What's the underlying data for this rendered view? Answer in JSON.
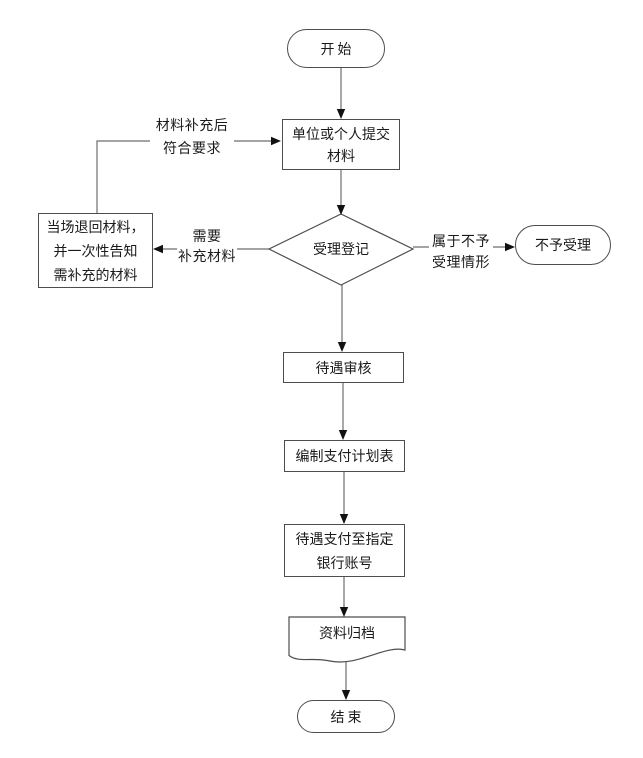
{
  "diagram": {
    "type": "flowchart",
    "background": "#ffffff",
    "colors": {
      "shape_fill": "#ffffff",
      "shape_border": "#4d4d4d",
      "connector": "#6e6e6e",
      "arrowhead": "#111111",
      "text": "#1a1a1a"
    },
    "nodes": {
      "start": {
        "shape": "terminator",
        "lines": [
          "开始"
        ]
      },
      "submit": {
        "shape": "process",
        "lines": [
          "单位或个人提交",
          "材料"
        ]
      },
      "register": {
        "shape": "decision",
        "lines": [
          "受理登记"
        ]
      },
      "return_materials": {
        "shape": "process",
        "lines": [
          "当场退回材料，",
          "并一次性告知",
          "需补充的材料"
        ]
      },
      "reject": {
        "shape": "terminator",
        "lines": [
          "不予受理"
        ]
      },
      "review": {
        "shape": "process",
        "lines": [
          "待遇审核"
        ]
      },
      "plan": {
        "shape": "process",
        "lines": [
          "编制支付计划表"
        ]
      },
      "pay": {
        "shape": "process",
        "lines": [
          "待遇支付至指定",
          "银行账号"
        ]
      },
      "archive": {
        "shape": "document",
        "lines": [
          "资料归档"
        ]
      },
      "end": {
        "shape": "terminator",
        "lines": [
          "结束"
        ]
      }
    },
    "edge_labels": {
      "supplement_ok": {
        "lines": [
          "材料补充后",
          "符合要求"
        ]
      },
      "need_supplement": {
        "lines": [
          "需要",
          "补充材料"
        ]
      },
      "reject_case": {
        "lines": [
          "属于不予",
          "受理情形"
        ]
      }
    }
  }
}
